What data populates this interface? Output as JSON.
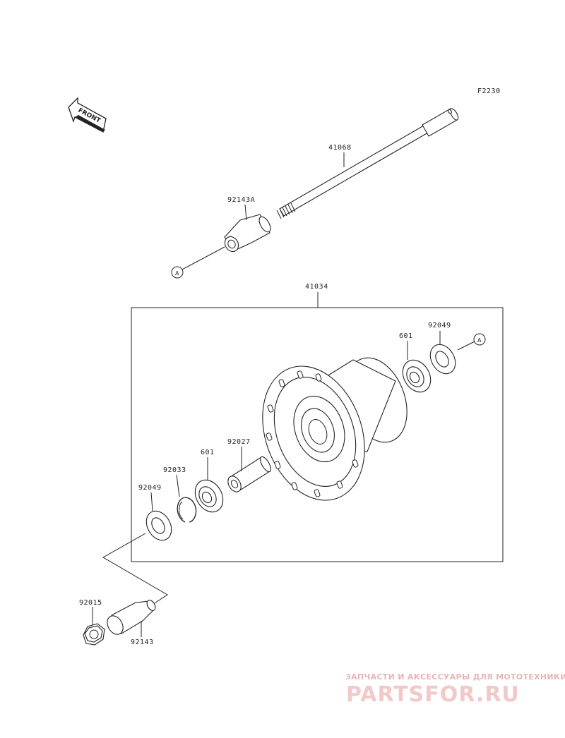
{
  "diagram_code": "F2230",
  "front_label": "FRONT",
  "ref_marker": "A",
  "parts": {
    "axle": "41068",
    "collar_a": "92143A",
    "hub_assembly": "41034",
    "bearing_right": "601",
    "seal_right": "92049",
    "spacer": "92027",
    "circlip": "92033",
    "bearing_left": "601",
    "seal_left": "92049",
    "nut": "92015",
    "collar": "92143"
  },
  "watermark": {
    "tagline": "ЗАПЧАСТИ И АКСЕССУАРЫ ДЛЯ МОТОТЕХНИКИ",
    "logo": "PARTSFOR.RU"
  }
}
